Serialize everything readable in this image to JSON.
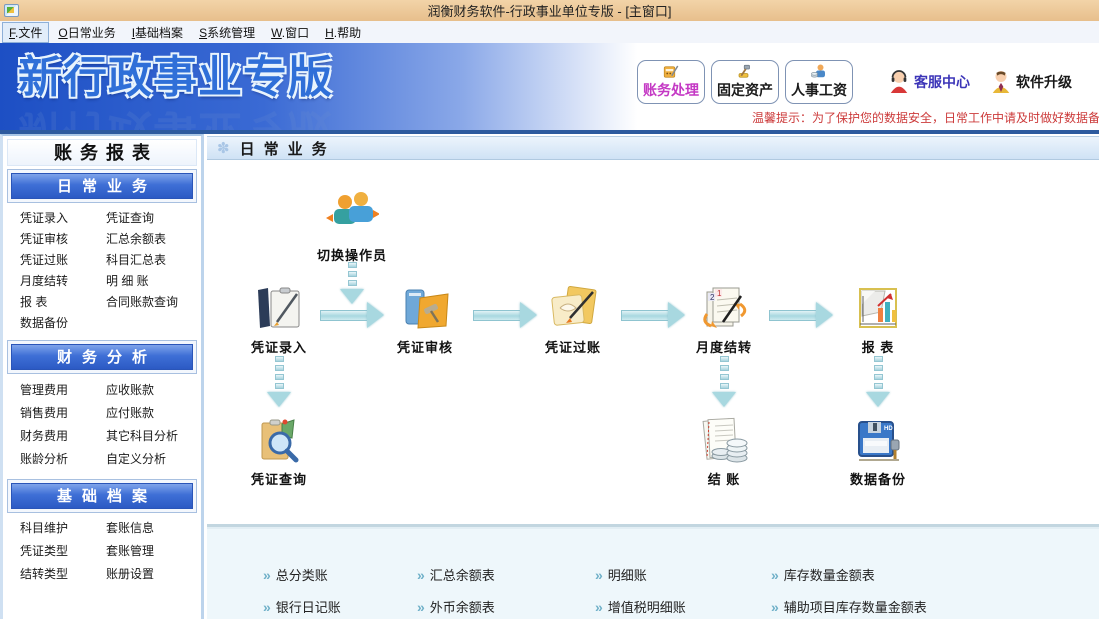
{
  "window": {
    "title": "润衡财务软件-行政事业单位专版 - [主窗口]"
  },
  "menu": {
    "items": [
      {
        "key": "F",
        "rest": ".文件"
      },
      {
        "key": "O",
        "rest": "日常业务"
      },
      {
        "key": "I",
        "rest": "基础档案"
      },
      {
        "key": "S",
        "rest": "系统管理"
      },
      {
        "key": "W",
        "rest": ".窗口"
      },
      {
        "key": "H",
        "rest": ".帮助"
      }
    ]
  },
  "banner": {
    "logo": "新行政事业专版",
    "modules": [
      {
        "label": "账务处理"
      },
      {
        "label": "固定资产"
      },
      {
        "label": "人事工资"
      }
    ],
    "links": [
      {
        "label": "客服中心"
      },
      {
        "label": "软件升级"
      }
    ],
    "notice": "温馨提示：为了保护您的数据安全，日常工作中请及时做好数据备"
  },
  "sidebar": {
    "title": "账务报表",
    "sections": [
      {
        "title": "日常业务",
        "items": [
          "凭证录入",
          "凭证查询",
          "凭证审核",
          "汇总余额表",
          "凭证过账",
          "科目汇总表",
          "月度结转",
          "明 细 账",
          "报    表",
          "合同账款查询",
          "数据备份"
        ]
      },
      {
        "title": "财务分析",
        "items": [
          "管理费用",
          "应收账款",
          "销售费用",
          "应付账款",
          "财务费用",
          "其它科目分析",
          "账龄分析",
          "自定义分析"
        ]
      },
      {
        "title": "基础档案",
        "items": [
          "科目维护",
          "套账信息",
          "凭证类型",
          "套账管理",
          "结转类型",
          "账册设置"
        ]
      }
    ]
  },
  "main": {
    "header": "日常业务",
    "flow": {
      "top": {
        "label": "切换操作员"
      },
      "main": [
        "凭证录入",
        "凭证审核",
        "凭证过账",
        "月度结转",
        "报 表"
      ],
      "bottom": [
        "凭证查询",
        "结 账",
        "数据备份"
      ]
    },
    "quick_links": {
      "rows": [
        [
          "总分类账",
          "汇总余额表",
          "明细账",
          "库存数量金额表"
        ],
        [
          "银行日记账",
          "外币余额表",
          "增值税明细账",
          "辅助项目库存数量金额表"
        ]
      ]
    }
  },
  "icons": {
    "gear": "✽",
    "chevron": "»"
  },
  "colors": {
    "titlebar_tan": "#e7bf8c",
    "banner_blue": "#1d4fc4",
    "notice_red": "#cc3a3a",
    "module_accent": "#c438c4",
    "service_link_blue": "#3c35b8",
    "arrow_teal": "#a8d8e0"
  }
}
